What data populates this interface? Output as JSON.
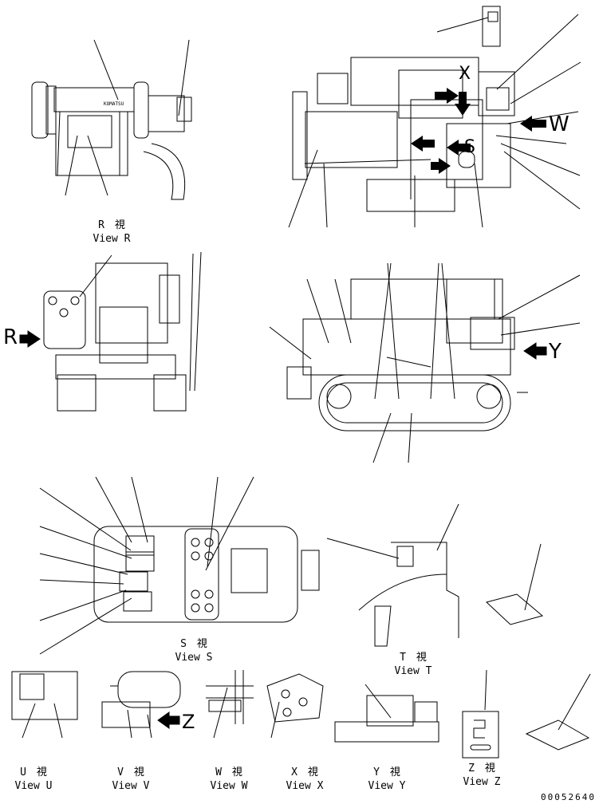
{
  "views": {
    "r": {
      "title": "R　視",
      "subtitle": "View R"
    },
    "s": {
      "title": "S　視",
      "subtitle": "View S"
    },
    "t": {
      "title": "T　視",
      "subtitle": "View T"
    },
    "u": {
      "title": "U　視",
      "subtitle": "View U"
    },
    "v": {
      "title": "V　視",
      "subtitle": "View V"
    },
    "w": {
      "title": "W　視",
      "subtitle": "View W"
    },
    "x": {
      "title": "X　視",
      "subtitle": "View X"
    },
    "y": {
      "title": "Y　視",
      "subtitle": "View Y"
    },
    "z": {
      "title": "Z　視",
      "subtitle": "View Z"
    }
  },
  "arrows": {
    "r": "R",
    "w": "W",
    "s": "S",
    "y": "Y",
    "x": "X",
    "z": "Z"
  },
  "drawing_number": "00052640"
}
